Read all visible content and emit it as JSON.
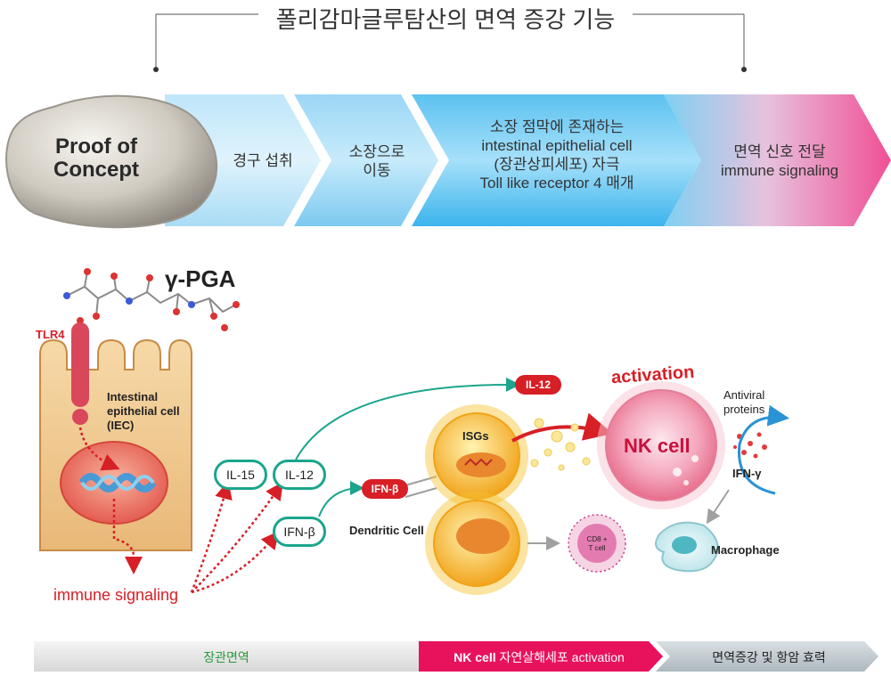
{
  "title": "폴리감마글루탐산의 면역 증강 기능",
  "flow": {
    "proof": "Proof of\nConcept",
    "step1": "경구 섭취",
    "step2": "소장으로\n이동",
    "step3": "소장 점막에 존재하는\nintestinal epithelial cell\n(장관상피세포) 자극\nToll like receptor 4 매개",
    "step4": "면역 신호 전달\nimmune signaling"
  },
  "diagram": {
    "gamma_pga": "γ-PGA",
    "tlr4": "TLR4",
    "iec": "Intestinal\nepithelial cell\n(IEC)",
    "immune_signaling": "immune signaling",
    "il15": "IL-15",
    "il12_a": "IL-12",
    "ifnb_a": "IFN-β",
    "ifnb_b": "IFN-β",
    "il12_b": "IL-12",
    "isgs": "ISGs",
    "dendritic": "Dendritic Cell",
    "activation": "activation",
    "nk_cell": "NK cell",
    "antiviral": "Antiviral\nproteins",
    "ifng": "IFN-γ",
    "cd8": "CD8 +\nT cell",
    "macrophage": "Macrophage"
  },
  "bottom": {
    "seg1": "장관면역",
    "seg2_bold": "NK cell",
    "seg2_rest": " 자연살해세포 activation",
    "seg3": "면역증강 및 항암 효력"
  },
  "colors": {
    "teal": "#1aa58c",
    "red": "#d71f26",
    "pink": "#e8125c",
    "green": "#2a9a3a"
  }
}
